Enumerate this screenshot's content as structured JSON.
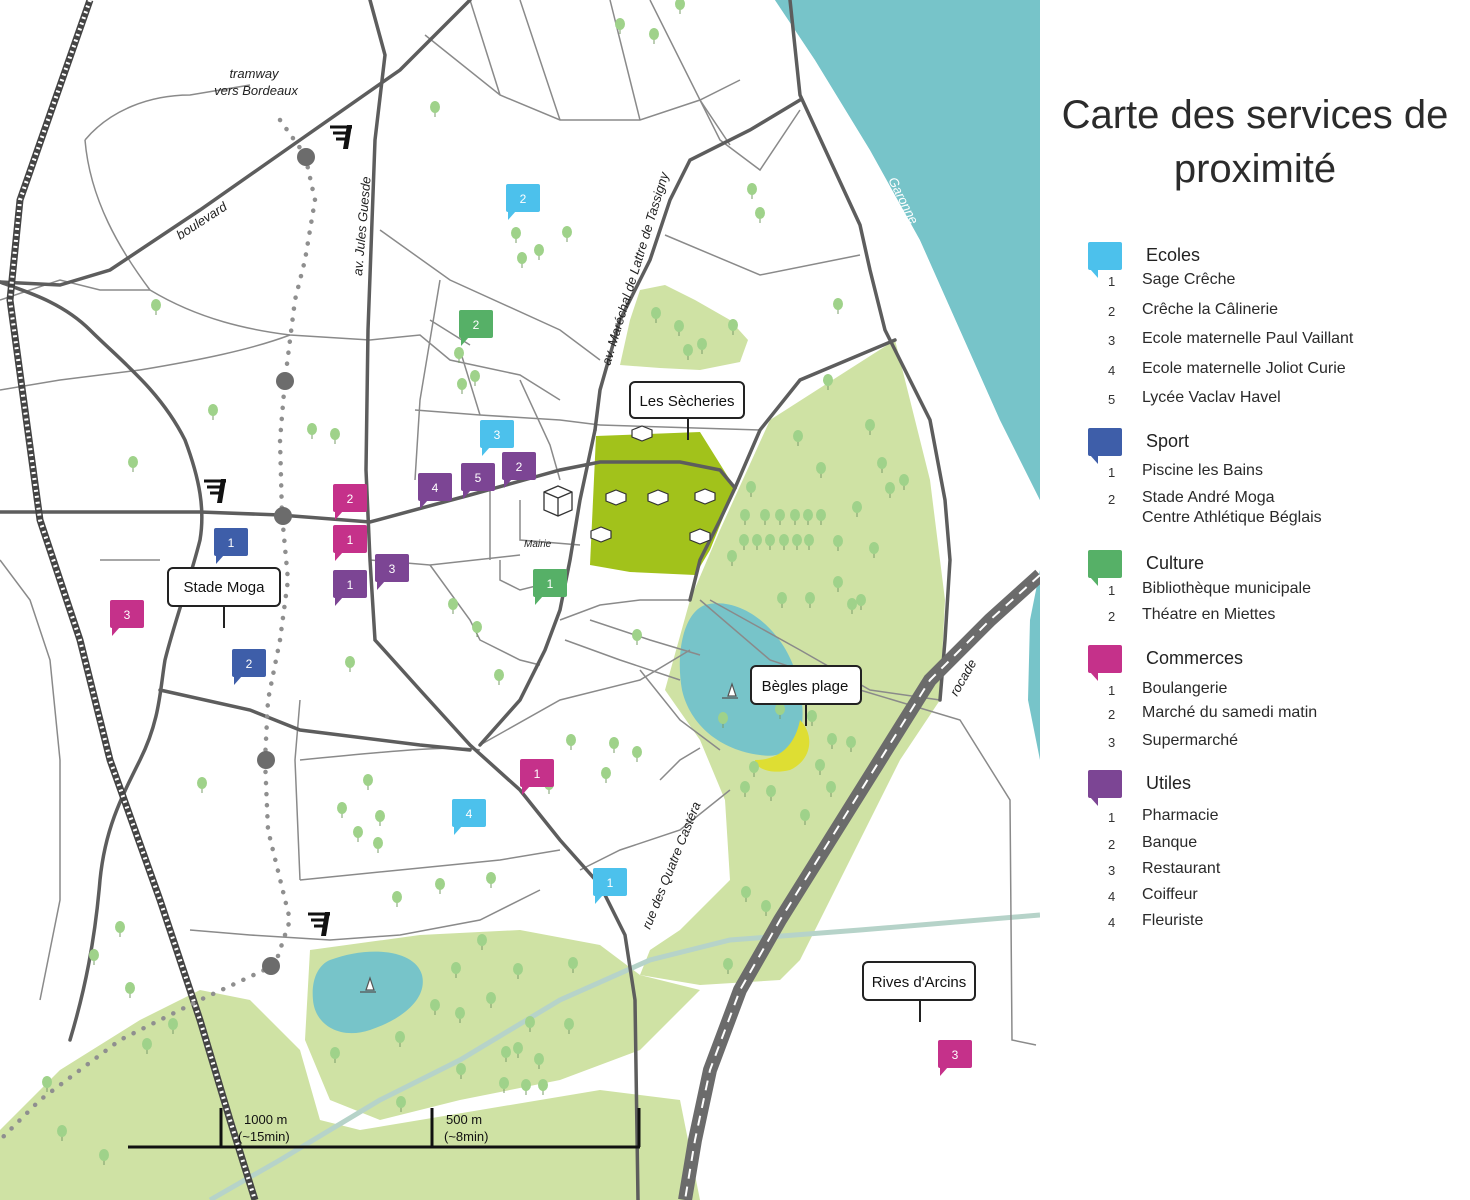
{
  "colors": {
    "river": "#77c4c9",
    "park": "#cfe2a4",
    "secheries": "#a2c21b",
    "beach": "#dede33",
    "ecoles": "#4cc1ec",
    "sport": "#3e5ea9",
    "culture": "#56b067",
    "commerces": "#c5318a",
    "utiles": "#7c4594",
    "road": "#5d5d5d",
    "rail": "#444444"
  },
  "map": {
    "labels": {
      "tramway": "tramway",
      "tramway_dest": "vers Bordeaux",
      "boulevard": "boulevard",
      "jules_guesde": "av. Jules Guesde",
      "lattre": "av. Maréchal de Lattre de Tassigny",
      "garonne": "Garonne",
      "rocade": "rocade",
      "quatre_castera": "rue des Quatre Castéra",
      "mairie": "Mairie"
    },
    "places": {
      "secheries": "Les Sècheries",
      "stade_moga": "Stade Moga",
      "begles_plage": "Bègles plage",
      "rives_arcins": "Rives d'Arcins"
    },
    "markers": {
      "ecole_2": "2",
      "ecole_3": "3",
      "ecole_4": "4",
      "ecole_1": "1",
      "culture_2": "2",
      "culture_1": "1",
      "utile_5": "5",
      "utile_4": "4",
      "utile_2": "2",
      "utile_1": "1",
      "utile_3": "3",
      "commerce_2": "2",
      "commerce_1a": "1",
      "commerce_1b": "1",
      "commerce_3a": "3",
      "commerce_3b": "3",
      "sport_1": "1",
      "sport_2": "2"
    },
    "scale": {
      "label_1000": "1000 m",
      "time_1000": "(~15min)",
      "label_500": "500 m",
      "time_500": "(~8min)"
    }
  },
  "legend": {
    "title_line1": "Carte des services de",
    "title_line2": "proximité",
    "categories": [
      {
        "name": "Ecoles",
        "items": [
          {
            "num": "1",
            "label": "Sage Crêche"
          },
          {
            "num": "2",
            "label": "Crêche la Câlinerie"
          },
          {
            "num": "3",
            "label": "Ecole maternelle Paul Vaillant"
          },
          {
            "num": "4",
            "label": "Ecole maternelle Joliot Curie"
          },
          {
            "num": "5",
            "label": "Lycée Vaclav Havel"
          }
        ]
      },
      {
        "name": "Sport",
        "items": [
          {
            "num": "1",
            "label": "Piscine les Bains"
          },
          {
            "num": "2",
            "label": "Stade André Moga"
          },
          {
            "num": "",
            "label": "Centre Athlétique Béglais"
          }
        ]
      },
      {
        "name": "Culture",
        "items": [
          {
            "num": "1",
            "label": "Bibliothèque municipale"
          },
          {
            "num": "2",
            "label": "Théatre en Miettes"
          }
        ]
      },
      {
        "name": "Commerces",
        "items": [
          {
            "num": "1",
            "label": "Boulangerie"
          },
          {
            "num": "2",
            "label": "Marché du samedi matin"
          },
          {
            "num": "3",
            "label": "Supermarché"
          }
        ]
      },
      {
        "name": "Utiles",
        "items": [
          {
            "num": "1",
            "label": "Pharmacie"
          },
          {
            "num": "2",
            "label": "Banque"
          },
          {
            "num": "3",
            "label": "Restaurant"
          },
          {
            "num": "4",
            "label": "Coiffeur"
          },
          {
            "num": "4",
            "label": "Fleuriste"
          }
        ]
      }
    ]
  }
}
